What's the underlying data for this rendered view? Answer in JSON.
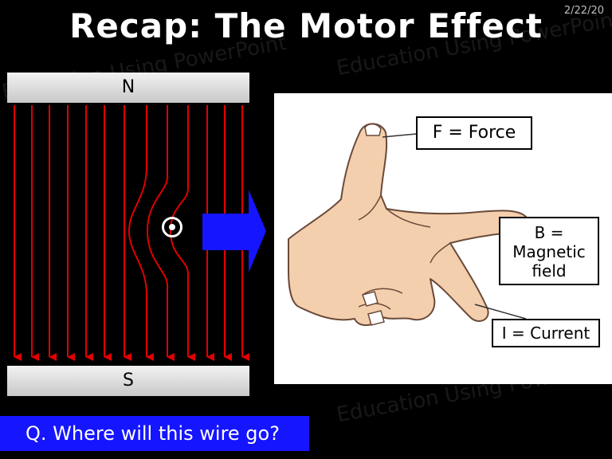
{
  "slide": {
    "date": "2/22/20",
    "title": "Recap: The Motor Effect",
    "magnets": {
      "north": "N",
      "south": "S"
    },
    "labels": {
      "force": "F = Force",
      "field_line1": "B =",
      "field_line2": "Magnetic",
      "field_line3": "field",
      "current": "I = Current"
    },
    "question": "Q. Where will this wire go?",
    "watermark": "Education Using PowerPoint"
  },
  "colors": {
    "background": "#000000",
    "field_lines": "#e00000",
    "force_arrow": "#1515ff",
    "question_bar": "#1515ff",
    "text": "#ffffff"
  }
}
